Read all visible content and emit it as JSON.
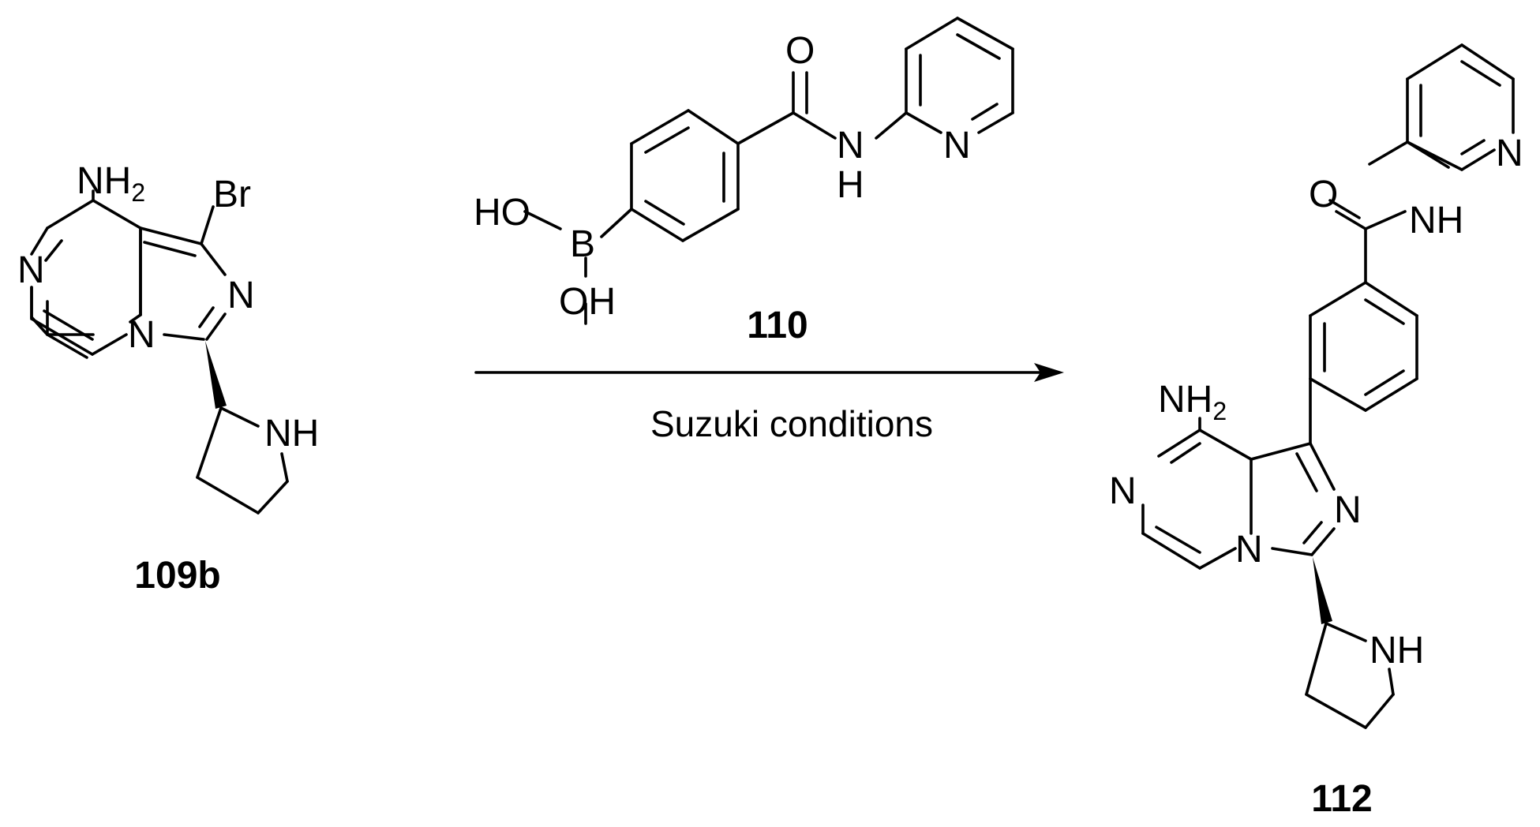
{
  "atoms": {
    "nh2": "NH",
    "nh2_sub": "2",
    "br": "Br",
    "n": "N",
    "nh": "NH",
    "h": "H",
    "ho": "HO",
    "oh": "OH",
    "b": "B",
    "o": "O"
  },
  "compounds": {
    "start": "109b",
    "reagent": "110",
    "product": "112"
  },
  "reaction": {
    "conditions": "Suzuki conditions"
  }
}
